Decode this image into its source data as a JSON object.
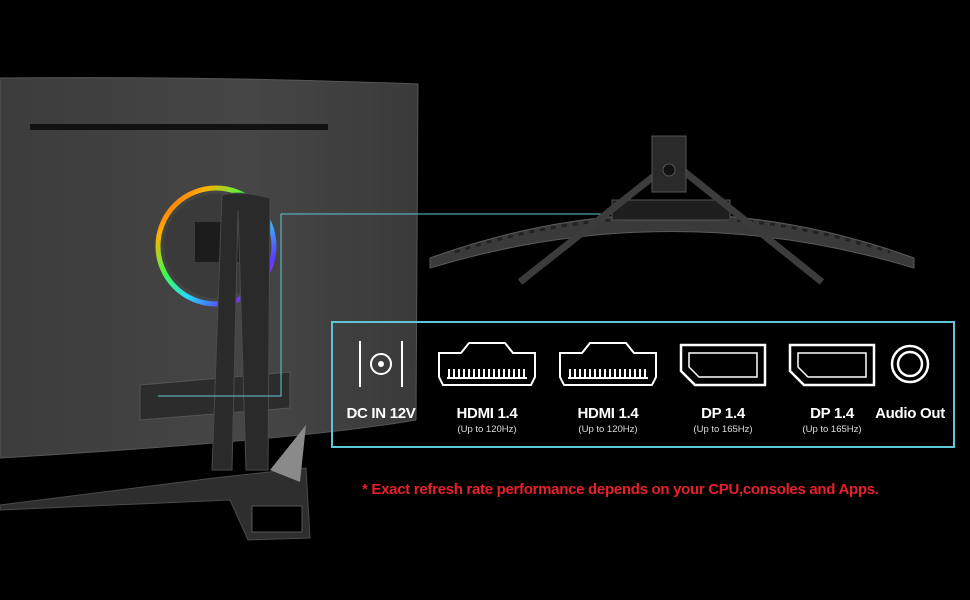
{
  "ports": [
    {
      "label": "DC IN 12V",
      "sub": "",
      "icon": "dc-in-icon"
    },
    {
      "label": "HDMI 1.4",
      "sub": "(Up to 120Hz)",
      "icon": "hdmi-port-icon"
    },
    {
      "label": "HDMI 1.4",
      "sub": "(Up to 120Hz)",
      "icon": "hdmi-port-icon"
    },
    {
      "label": "DP 1.4",
      "sub": "(Up to 165Hz)",
      "icon": "displayport-icon"
    },
    {
      "label": "DP 1.4",
      "sub": "(Up to 165Hz)",
      "icon": "displayport-icon"
    },
    {
      "label": "Audio Out",
      "sub": "",
      "icon": "audio-out-icon"
    }
  ],
  "note": "* Exact refresh rate performance depends on your CPU,consoles and Apps.",
  "colors": {
    "accent": "#5fc6d8",
    "note": "#e8202a",
    "background": "#000000"
  }
}
